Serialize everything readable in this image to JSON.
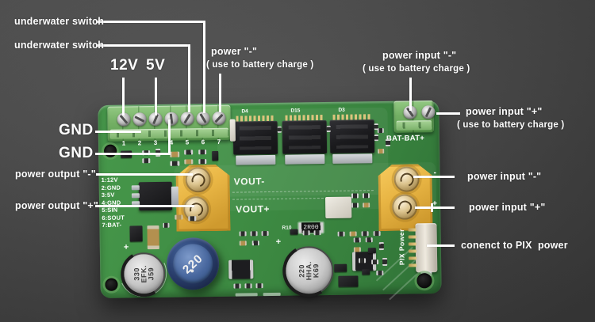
{
  "colors": {
    "background": "#4a4a4a",
    "pcb_green": "#3e8c43",
    "terminal_green": "#74b065",
    "xt60_yellow": "#e9b645",
    "inductor_blue": "#48679e",
    "annotation_text": "#ffffff"
  },
  "annotations": {
    "underwater_switch_1": "underwater switch",
    "underwater_switch_2": "underwater switch",
    "rail_12v": "12V",
    "rail_5v": "5V",
    "power_minus_title": "power \"-\"",
    "power_minus_sub": "( use to battery charge )",
    "power_input_minus_top_title": "power input \"-\"",
    "power_input_minus_top_sub": "( use to battery charge )",
    "power_input_plus_top_title": "power input \"+\"",
    "power_input_plus_top_sub": "( use to battery charge )",
    "gnd_1": "GND",
    "gnd_2": "GND",
    "power_output_minus": "power output \"-\"",
    "power_output_plus": "power output \"+\"",
    "power_input_minus_right": "power input \"-\"",
    "power_input_plus_right": "power input \"+\"",
    "pix_power": "conenct to PIX  power"
  },
  "board": {
    "pin_numbers": [
      "1",
      "2",
      "3",
      "4",
      "5",
      "6",
      "7"
    ],
    "legend": [
      "1:12V",
      "2:GND",
      "3:5V",
      "4:GND",
      "5:SIN",
      "6:SOUT",
      "7:BAT-"
    ],
    "bat_silkscreen": "BAT-BAT+",
    "vout_minus": "VOUT-",
    "vout_plus": "VOUT+",
    "mosfet_refs": [
      "D4",
      "D15",
      "D3"
    ],
    "inductor_value": "220",
    "cap_330": [
      "330",
      "EFK.",
      "J59"
    ],
    "cap_220": [
      "220",
      "HHA.",
      "K69"
    ],
    "r10_ref": "R10",
    "r10_value": "2R00",
    "pix_silkscreen": "PIX Power",
    "plus_mark": "+",
    "minus_mark": "-"
  }
}
